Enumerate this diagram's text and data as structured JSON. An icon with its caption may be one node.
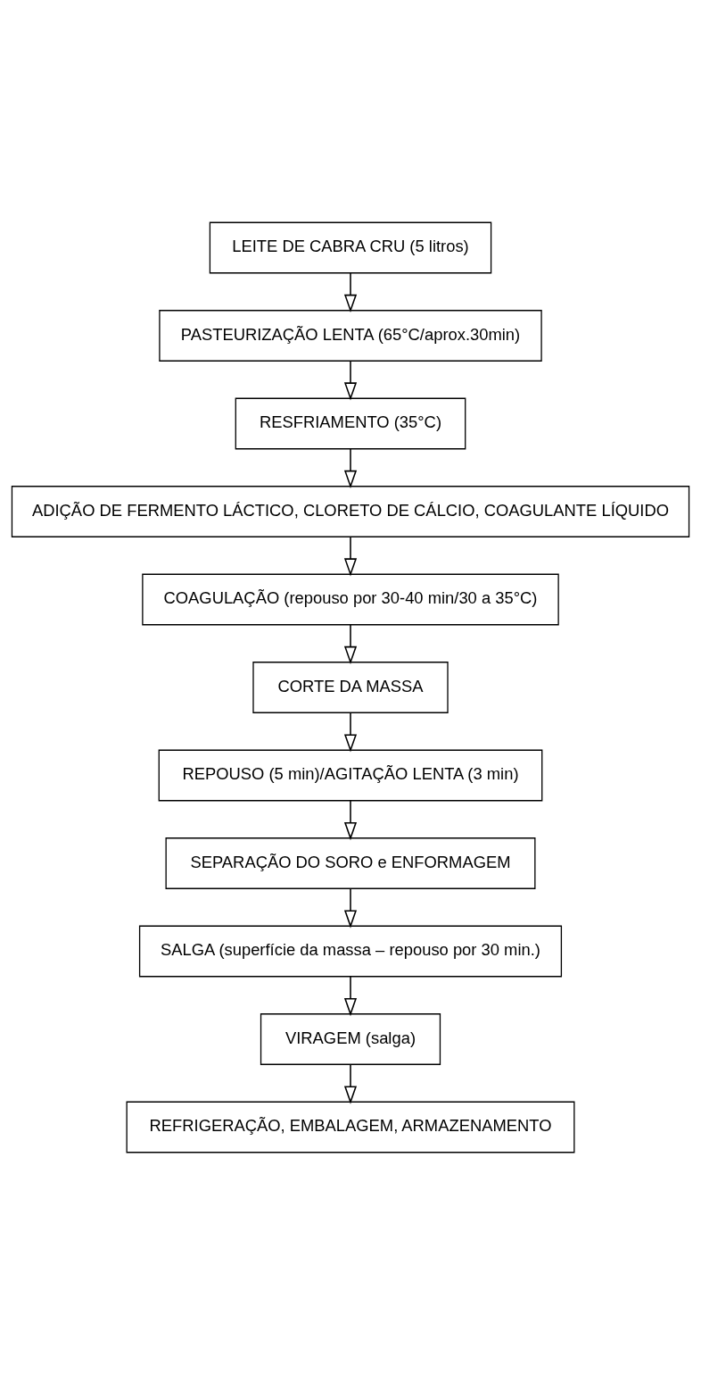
{
  "diagram": {
    "nodes": [
      {
        "text": [
          "LEITE DE CABRA CRU (5 litros)"
        ]
      },
      {
        "text": [
          "PASTEURIZAÇÃO LENTA (65°C/aprox.30min)"
        ]
      },
      {
        "text": [
          "RESFRIAMENTO (35°C)"
        ]
      },
      {
        "text": [
          "ADIÇÃO DE FERMENTO LÁCTICO, CLORETO DE CÁLCIO, COAGULANTE LÍQUIDO"
        ]
      },
      {
        "text": [
          "COAGULAÇÃO (repouso por 30-40 min/30 a 35°C)"
        ]
      },
      {
        "text": [
          "CORTE DA MASSA"
        ]
      },
      {
        "text": [
          "REPOUSO (5 min)/AGITAÇÃO LENTA (3 min)"
        ]
      },
      {
        "text": [
          "SEPARAÇÃO DO SORO e ENFORMAGEM"
        ]
      },
      {
        "text": [
          "SALGA (superfície da massa – repouso por 30 min.)"
        ]
      },
      {
        "text": [
          "VIRAGEM (salga)"
        ]
      },
      {
        "text": [
          "REFRIGERAÇÃO, EMBALAGEM, ARMAZENAMENTO"
        ]
      }
    ],
    "edges": [
      {
        "from": 0,
        "to": 1,
        "arrow": "to"
      },
      {
        "from": 1,
        "to": 2,
        "arrow": "to"
      },
      {
        "from": 2,
        "to": 3,
        "arrow": "to"
      },
      {
        "from": 3,
        "to": 4,
        "arrow": "to"
      },
      {
        "from": 4,
        "to": 5,
        "arrow": "to"
      },
      {
        "from": 5,
        "to": 6,
        "arrow": "to"
      },
      {
        "from": 6,
        "to": 7,
        "arrow": "to"
      },
      {
        "from": 7,
        "to": 8,
        "arrow": "to"
      },
      {
        "from": 8,
        "to": 9,
        "arrow": "to"
      },
      {
        "from": 9,
        "to": 10,
        "arrow": "to"
      }
    ]
  }
}
